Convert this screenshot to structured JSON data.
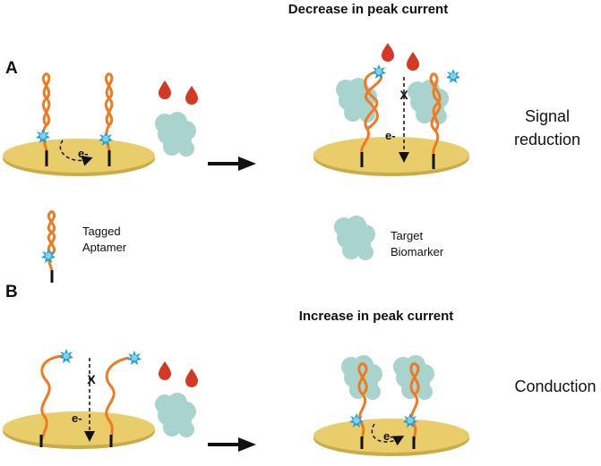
{
  "panel_a": {
    "letter": "A",
    "heading": "Decrease in peak current",
    "outcome_line1": "Signal",
    "outcome_line2": "reduction",
    "electron_left": "e-",
    "electron_right": "e-",
    "block_mark": "X"
  },
  "legend": {
    "aptamer_line1": "Tagged",
    "aptamer_line2": "Aptamer",
    "biomarker_line1": "Target",
    "biomarker_line2": "Biomarker"
  },
  "panel_b": {
    "letter": "B",
    "heading": "Increase in peak current",
    "outcome": "Conduction",
    "electron_left": "e-",
    "electron_right": "e-",
    "block_mark": "X"
  },
  "colors": {
    "electrode": "#e8cd6a",
    "electrode_edge": "#c9ab48",
    "aptamer": "#f07a1f",
    "tag": "#1e9fd6",
    "biomarker": "#a9d3cd",
    "drop": "#d23a25",
    "arrow": "#111111"
  }
}
